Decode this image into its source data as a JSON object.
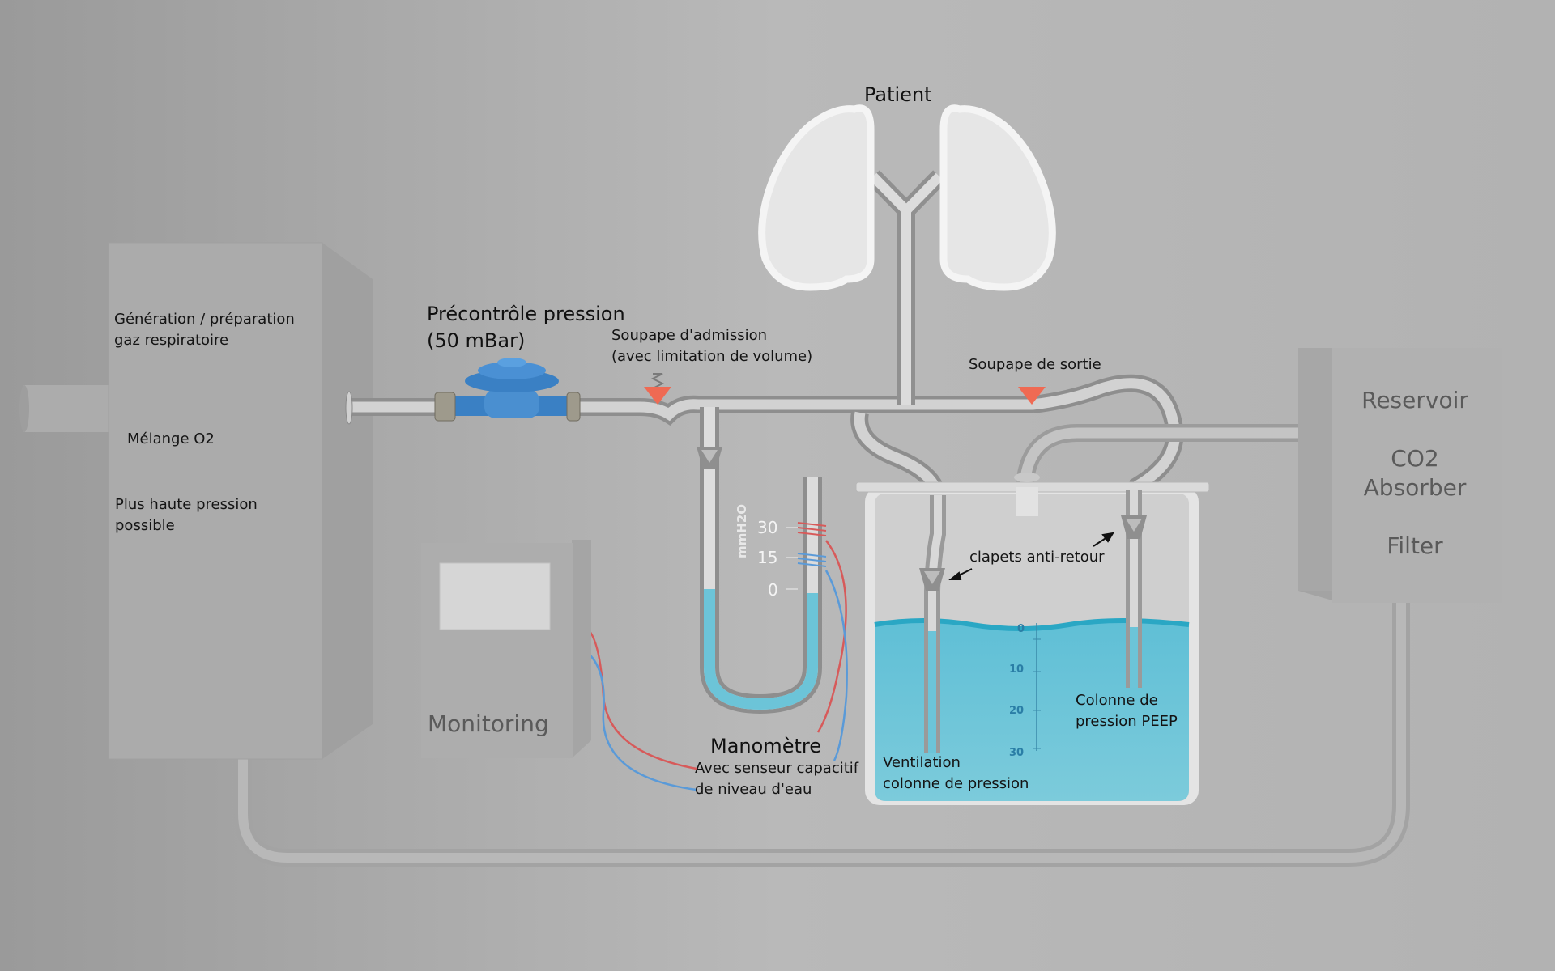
{
  "patient": {
    "title": "Patient"
  },
  "generator": {
    "line1": "Génération / préparation",
    "line2": "gaz respiratoire",
    "mix": "Mélange O2",
    "pressure1": "Plus haute pression",
    "pressure2": "possible"
  },
  "regulator": {
    "line1": "Précontrôle pression",
    "line2": "(50 mBar)"
  },
  "inlet_valve": {
    "line1": "Soupape d'admission",
    "line2": "(avec limitation de volume)"
  },
  "outlet_valve": {
    "label": "Soupape de sortie"
  },
  "monitoring": {
    "label": "Monitoring"
  },
  "manometer": {
    "title": "Manomètre",
    "line1": "Avec senseur capacitif",
    "line2": "de niveau d'eau",
    "unit": "mmH2O",
    "ticks": [
      "30",
      "15",
      "0"
    ]
  },
  "tank": {
    "check_valves": "clapets anti-retour",
    "scale": [
      "0",
      "10",
      "20",
      "30"
    ],
    "ventilation1": "Ventilation",
    "ventilation2": "colonne de pression",
    "peep1": "Colonne de",
    "peep2": "pression PEEP"
  },
  "reservoir": {
    "line1": "Reservoir",
    "line2": "CO2",
    "line3": "Absorber",
    "line4": "Filter"
  },
  "colors": {
    "background": "#b4b4b4",
    "water": "#6cc4d8",
    "valve": "#ef6a53",
    "regulator": "#3a80c4",
    "wire_red": "#d75a5a",
    "wire_blue": "#5a9ad8"
  }
}
